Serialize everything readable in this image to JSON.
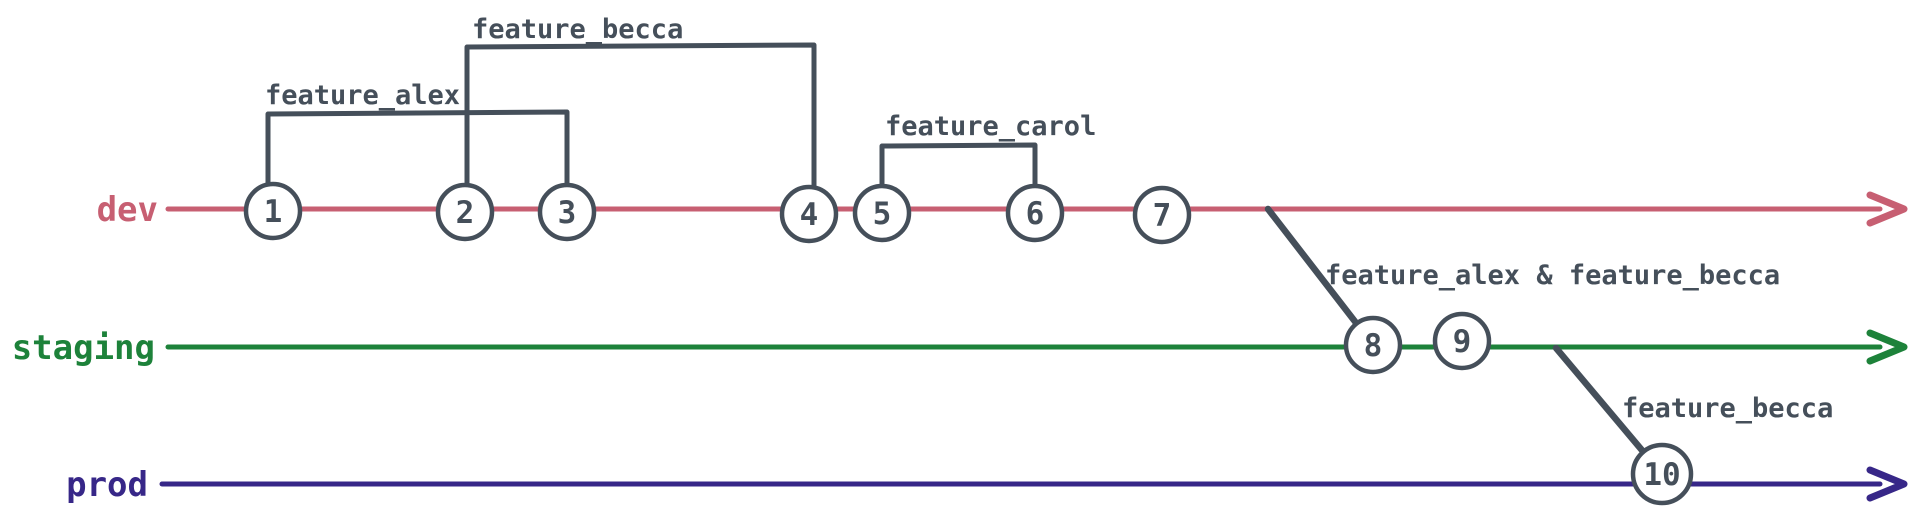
{
  "colors": {
    "dev": "#c75f72",
    "staging": "#1d823a",
    "prod": "#372788",
    "slate": "#454f5a",
    "background": "#ffffff"
  },
  "branches": [
    {
      "label": "dev"
    },
    {
      "label": "staging"
    },
    {
      "label": "prod"
    }
  ],
  "commits": [
    {
      "number": "1",
      "branch": "dev"
    },
    {
      "number": "2",
      "branch": "dev"
    },
    {
      "number": "3",
      "branch": "dev"
    },
    {
      "number": "4",
      "branch": "dev"
    },
    {
      "number": "5",
      "branch": "dev"
    },
    {
      "number": "6",
      "branch": "dev"
    },
    {
      "number": "7",
      "branch": "dev"
    },
    {
      "number": "8",
      "branch": "staging"
    },
    {
      "number": "9",
      "branch": "staging"
    },
    {
      "number": "10",
      "branch": "prod"
    }
  ],
  "feature_branches": [
    {
      "label": "feature_alex",
      "from_commit": "1",
      "to_commit": "3"
    },
    {
      "label": "feature_becca",
      "from_commit": "2",
      "to_commit": "4"
    },
    {
      "label": "feature_carol",
      "from_commit": "5",
      "to_commit": "6"
    }
  ],
  "merges": [
    {
      "label": "feature_alex & feature_becca",
      "from": "dev",
      "to": "staging"
    },
    {
      "label": "feature_becca",
      "from": "staging",
      "to": "prod"
    }
  ]
}
